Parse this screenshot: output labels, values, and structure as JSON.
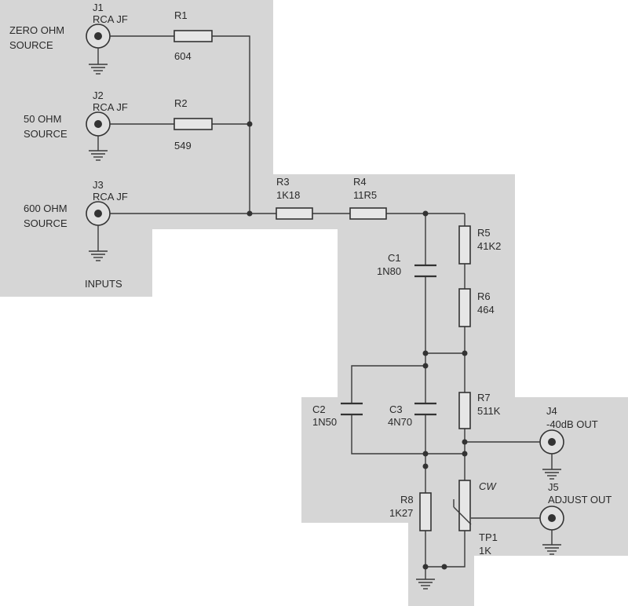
{
  "colors": {
    "panel": "#d6d6d6",
    "ink": "#2a2a2a",
    "background": "#ffffff"
  },
  "connectors": {
    "j1": {
      "ref": "J1",
      "type": "RCA JF",
      "source": [
        "ZERO OHM",
        "SOURCE"
      ]
    },
    "j2": {
      "ref": "J2",
      "type": "RCA JF",
      "source": [
        "50 OHM",
        "SOURCE"
      ]
    },
    "j3": {
      "ref": "J3",
      "type": "RCA JF",
      "source": [
        "600 OHM",
        "SOURCE"
      ]
    },
    "j4": {
      "ref": "J4",
      "label": "-40dB OUT"
    },
    "j5": {
      "ref": "J5",
      "label": "ADJUST OUT"
    }
  },
  "inputs_label": "INPUTS",
  "resistors": {
    "r1": {
      "ref": "R1",
      "value": "604"
    },
    "r2": {
      "ref": "R2",
      "value": "549"
    },
    "r3": {
      "ref": "R3",
      "value": "1K18"
    },
    "r4": {
      "ref": "R4",
      "value": "11R5"
    },
    "r5": {
      "ref": "R5",
      "value": "41K2"
    },
    "r6": {
      "ref": "R6",
      "value": "464"
    },
    "r7": {
      "ref": "R7",
      "value": "511K"
    },
    "r8": {
      "ref": "R8",
      "value": "1K27"
    }
  },
  "capacitors": {
    "c1": {
      "ref": "C1",
      "value": "1N80"
    },
    "c2": {
      "ref": "C2",
      "value": "1N50"
    },
    "c3": {
      "ref": "C3",
      "value": "4N70"
    }
  },
  "trimmer": {
    "ref": "TP1",
    "value": "1K",
    "wiper_mark": "CW"
  }
}
